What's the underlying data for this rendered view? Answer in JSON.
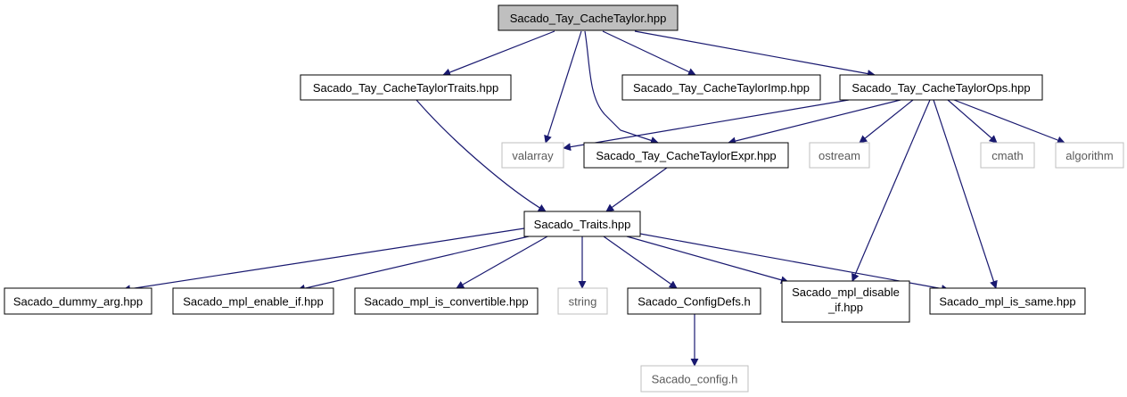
{
  "diagram": {
    "colors": {
      "edge": "#191970",
      "root_fill": "#bfbfbf",
      "internal_border": "#000000",
      "external_border": "#bfbfbf"
    },
    "nodes": [
      {
        "id": "n0",
        "label": "Sacado_Tay_CacheTaylor.hpp",
        "kind": "root"
      },
      {
        "id": "n1",
        "label": "Sacado_Tay_CacheTaylorTraits.hpp",
        "kind": "internal"
      },
      {
        "id": "n2",
        "label": "Sacado_Tay_CacheTaylorImp.hpp",
        "kind": "internal"
      },
      {
        "id": "n3",
        "label": "Sacado_Tay_CacheTaylorOps.hpp",
        "kind": "internal"
      },
      {
        "id": "n4",
        "label": "valarray",
        "kind": "external"
      },
      {
        "id": "n5",
        "label": "Sacado_Tay_CacheTaylorExpr.hpp",
        "kind": "internal"
      },
      {
        "id": "n6",
        "label": "ostream",
        "kind": "external"
      },
      {
        "id": "n7",
        "label": "cmath",
        "kind": "external"
      },
      {
        "id": "n8",
        "label": "algorithm",
        "kind": "external"
      },
      {
        "id": "n9",
        "label": "Sacado_Traits.hpp",
        "kind": "internal"
      },
      {
        "id": "n10",
        "label": "Sacado_dummy_arg.hpp",
        "kind": "internal"
      },
      {
        "id": "n11",
        "label": "Sacado_mpl_enable_if.hpp",
        "kind": "internal"
      },
      {
        "id": "n12",
        "label": "Sacado_mpl_is_convertible.hpp",
        "kind": "internal"
      },
      {
        "id": "n13",
        "label": "string",
        "kind": "external"
      },
      {
        "id": "n14",
        "label": "Sacado_ConfigDefs.h",
        "kind": "internal"
      },
      {
        "id": "n15",
        "lines": [
          "Sacado_mpl_disable",
          "_if.hpp"
        ],
        "kind": "internal"
      },
      {
        "id": "n16",
        "label": "Sacado_mpl_is_same.hpp",
        "kind": "internal"
      },
      {
        "id": "n17",
        "label": "Sacado_config.h",
        "kind": "external"
      }
    ],
    "edges": [
      [
        "n0",
        "n1"
      ],
      [
        "n0",
        "n4"
      ],
      [
        "n0",
        "n5"
      ],
      [
        "n0",
        "n2"
      ],
      [
        "n0",
        "n3"
      ],
      [
        "n1",
        "n9"
      ],
      [
        "n3",
        "n4"
      ],
      [
        "n3",
        "n5"
      ],
      [
        "n3",
        "n6"
      ],
      [
        "n3",
        "n15"
      ],
      [
        "n3",
        "n16"
      ],
      [
        "n3",
        "n7"
      ],
      [
        "n3",
        "n8"
      ],
      [
        "n5",
        "n9"
      ],
      [
        "n9",
        "n10"
      ],
      [
        "n9",
        "n11"
      ],
      [
        "n9",
        "n12"
      ],
      [
        "n9",
        "n13"
      ],
      [
        "n9",
        "n14"
      ],
      [
        "n9",
        "n15"
      ],
      [
        "n9",
        "n16"
      ],
      [
        "n14",
        "n17"
      ]
    ]
  }
}
